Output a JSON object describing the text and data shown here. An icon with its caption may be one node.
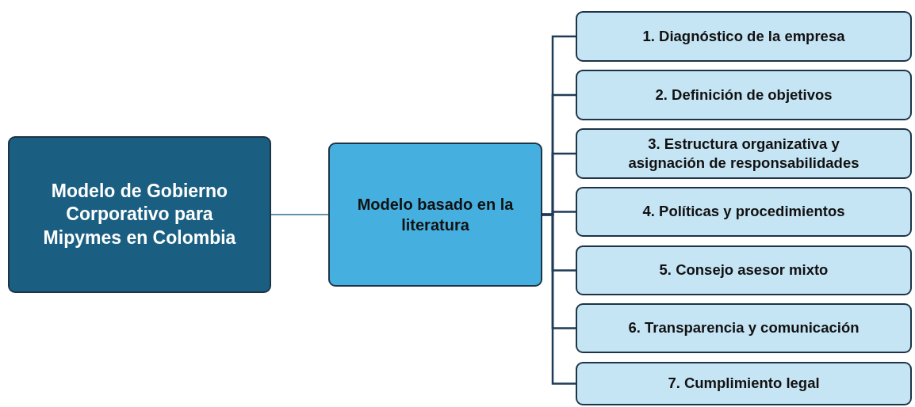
{
  "diagram": {
    "nodes": [
      {
        "text": [
          "Modelo de Gobierno Corporativo para Mipymes en Colombia"
        ]
      },
      {
        "text": [
          "Modelo basado en la literatura"
        ]
      },
      {
        "text": [
          "1. Diagnóstico de la empresa"
        ]
      },
      {
        "text": [
          "2. Definición de objetivos"
        ]
      },
      {
        "text": [
          "3. Estructura organizativa y asignación de responsabilidades"
        ]
      },
      {
        "text": [
          "4. Políticas y procedimientos"
        ]
      },
      {
        "text": [
          "5. Consejo asesor mixto"
        ]
      },
      {
        "text": [
          "6. Transparencia y comunicación"
        ]
      },
      {
        "text": [
          "7. Cumplimiento legal"
        ]
      }
    ],
    "edges": [
      {
        "from": 0,
        "to": 1,
        "arrow": "none",
        "color": "#2e6f8c"
      },
      {
        "from": 1,
        "to": 2,
        "arrow": "none"
      },
      {
        "from": 1,
        "to": 3,
        "arrow": "none"
      },
      {
        "from": 1,
        "to": 4,
        "arrow": "none"
      },
      {
        "from": 1,
        "to": 5,
        "arrow": "none"
      },
      {
        "from": 1,
        "to": 6,
        "arrow": "none"
      },
      {
        "from": 1,
        "to": 7,
        "arrow": "none"
      },
      {
        "from": 1,
        "to": 8,
        "arrow": "none"
      }
    ]
  }
}
